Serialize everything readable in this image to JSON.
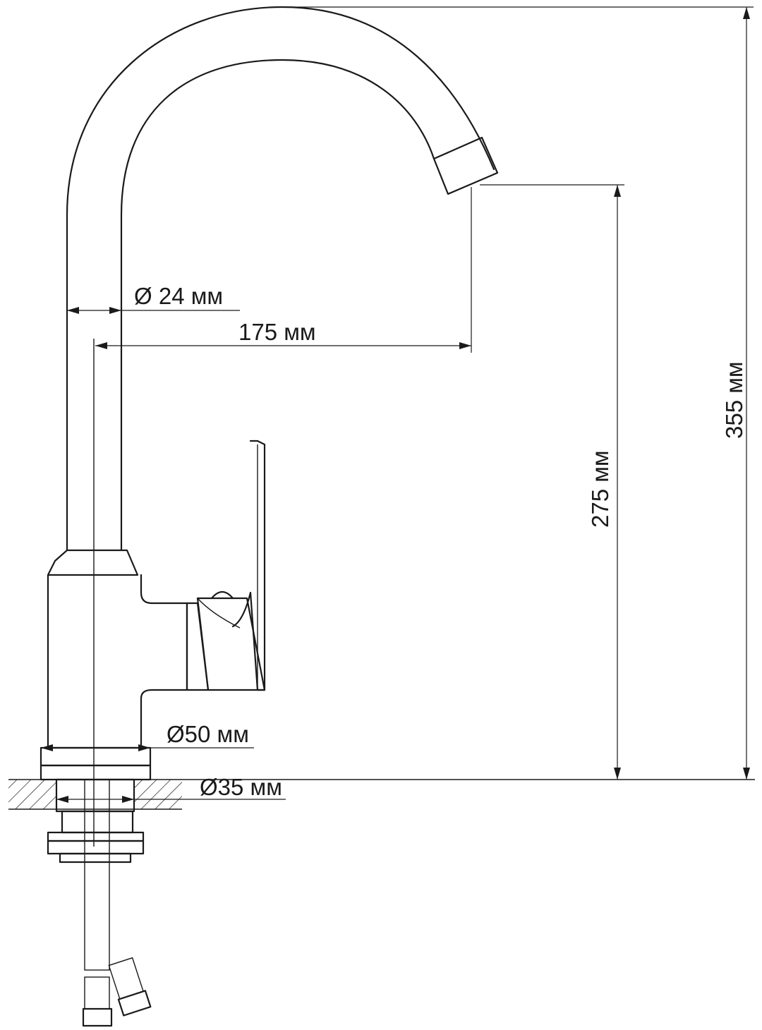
{
  "labels": {
    "spout_diameter": "Ø 24 мм",
    "reach": "175 мм",
    "spout_height": "275 мм",
    "total_height": "355 мм",
    "base_diameter": "Ø50 мм",
    "mount_diameter": "Ø35 мм"
  },
  "colors": {
    "line": "#1a1a1a",
    "background": "#ffffff"
  }
}
